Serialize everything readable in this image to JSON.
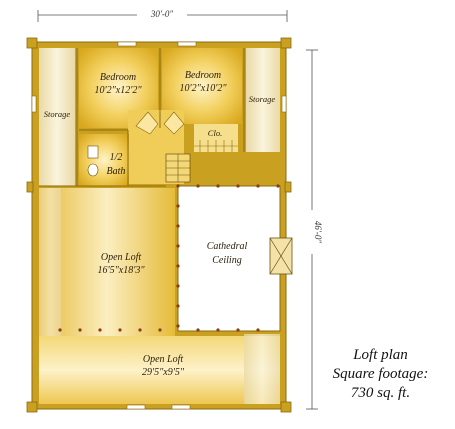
{
  "dimensions": {
    "width": "30'-0\"",
    "depth": "46'-0\""
  },
  "rooms": {
    "bedroom_left": {
      "name": "Bedroom",
      "size": "10'2\"x12'2\""
    },
    "bedroom_right": {
      "name": "Bedroom",
      "size": "10'2\"x10'2\""
    },
    "storage_left": "Storage",
    "storage_right": "Storage",
    "closet": "Clo.",
    "bath": {
      "line1": "1/2",
      "line2": "Bath"
    },
    "cathedral": {
      "line1": "Cathedral",
      "line2": "Ceiling"
    },
    "open_loft_upper": {
      "name": "Open Loft",
      "size": "16'5\"x18'3\""
    },
    "open_loft_lower": {
      "name": "Open Loft",
      "size": "29'5\"x9'5\""
    }
  },
  "caption": {
    "line1": "Loft plan",
    "line2": "Square footage:",
    "line3": "730 sq. ft."
  },
  "colors": {
    "wall": "#c9a020",
    "floor": "#e8c24a",
    "open": "#ffffff"
  }
}
